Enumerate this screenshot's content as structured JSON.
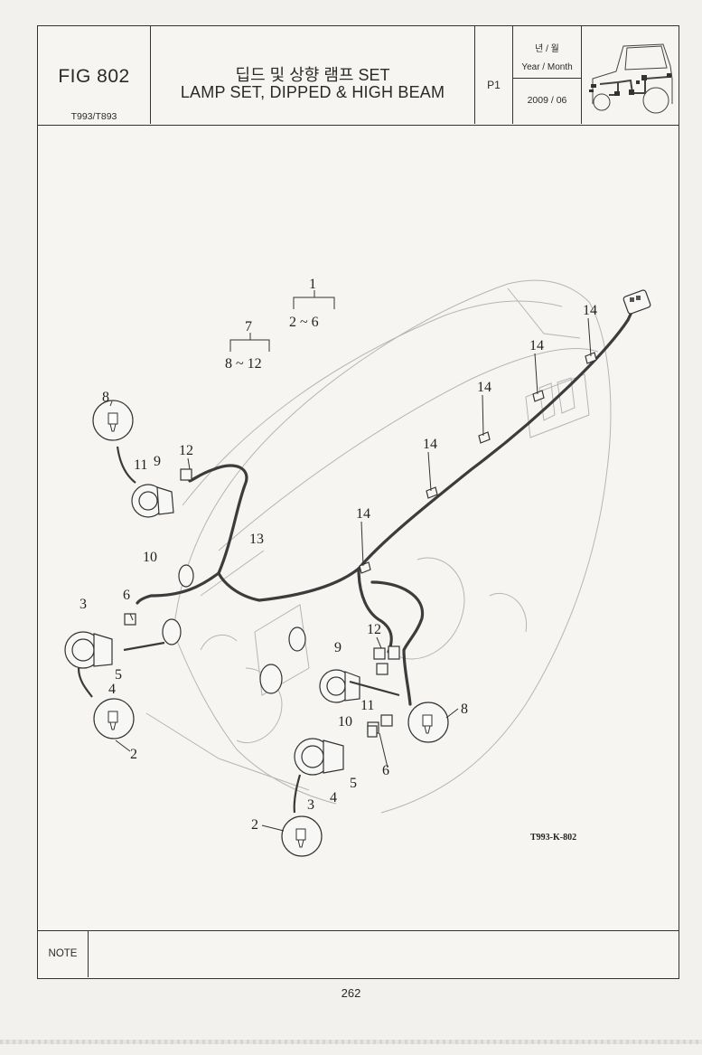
{
  "header": {
    "fig_number": "FIG 802",
    "model": "T993/T893",
    "title_korean": "딥드 및 상향 램프 SET",
    "title_english": "LAMP SET, DIPPED & HIGH BEAM",
    "page": "P1",
    "date_label_korean": "년 / 월",
    "date_label_english": "Year / Month",
    "date_value": "2009 / 06"
  },
  "icons": {
    "tractor": "tractor-icon"
  },
  "diagram": {
    "drawing_code": "T993-K-802",
    "group_1": {
      "label": "1",
      "range": "2 ~ 6"
    },
    "group_7": {
      "label": "7",
      "range": "8 ~ 12"
    },
    "callouts": {
      "c2": "2",
      "c3": "3",
      "c4": "4",
      "c5": "5",
      "c6": "6",
      "c8": "8",
      "c9": "9",
      "c10": "10",
      "c11": "11",
      "c12": "12",
      "c13": "13",
      "c14": "14"
    }
  },
  "note": {
    "label": "NOTE",
    "text": ""
  },
  "footer": {
    "page_number": "262"
  }
}
